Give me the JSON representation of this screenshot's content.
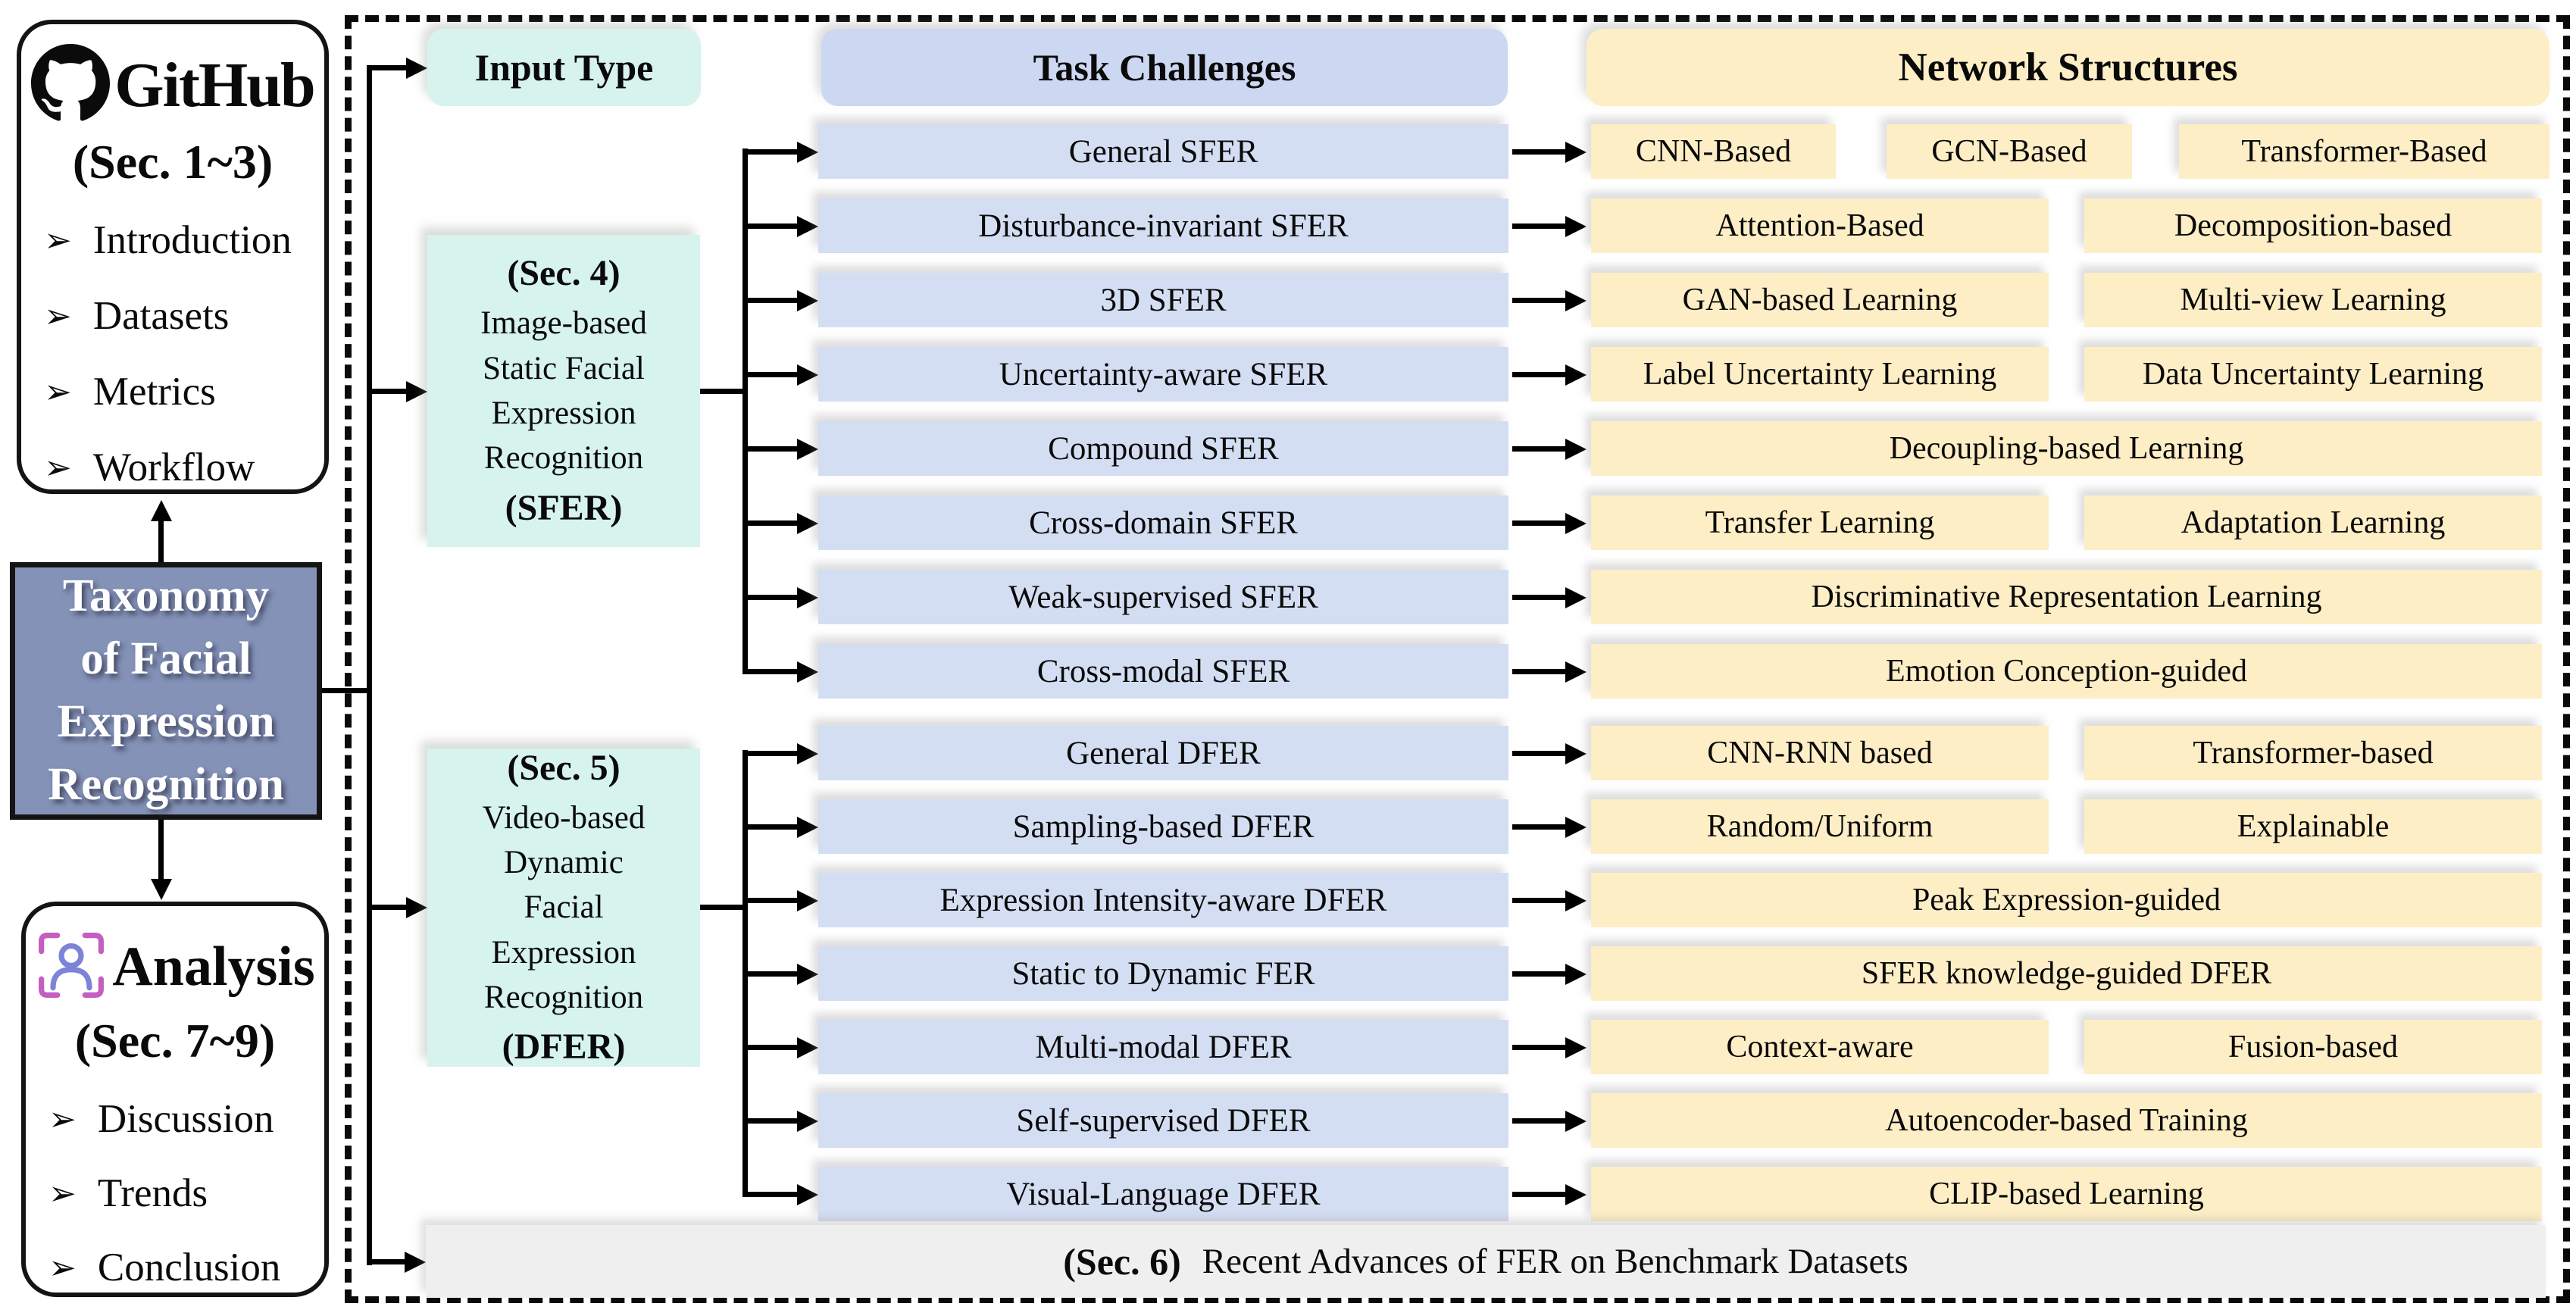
{
  "left_panel": {
    "github": {
      "icon": "github-octocat-icon",
      "title": "GitHub",
      "section": "(Sec. 1~3)",
      "bullet_glyph": "➢",
      "items": [
        "Introduction",
        "Datasets",
        "Metrics",
        "Workflow"
      ]
    },
    "taxonomy": {
      "lines": [
        "Taxonomy",
        "of Facial",
        "Expression",
        "Recognition"
      ]
    },
    "analysis": {
      "icon": "face-scan-icon",
      "title": "Analysis",
      "section": "(Sec. 7~9)",
      "bullet_glyph": "➢",
      "items": [
        "Discussion",
        "Trends",
        "Conclusion"
      ]
    }
  },
  "headers": {
    "input_type": "Input Type",
    "task_challenges": "Task Challenges",
    "network_structures": "Network Structures"
  },
  "sections": [
    {
      "id": "sfer",
      "section_label": "(Sec. 4)",
      "description_lines": [
        "Image-based",
        "Static Facial",
        "Expression",
        "Recognition"
      ],
      "abbr": "(SFER)",
      "rows": [
        {
          "task": "General SFER",
          "networks": [
            "CNN-Based",
            "GCN-Based",
            "Transformer-Based"
          ]
        },
        {
          "task": "Disturbance-invariant SFER",
          "networks": [
            "Attention-Based",
            "Decomposition-based"
          ]
        },
        {
          "task": "3D SFER",
          "networks": [
            "GAN-based Learning",
            "Multi-view Learning"
          ]
        },
        {
          "task": "Uncertainty-aware SFER",
          "networks": [
            "Label Uncertainty Learning",
            "Data Uncertainty Learning"
          ]
        },
        {
          "task": "Compound SFER",
          "networks": [
            "Decoupling-based Learning"
          ]
        },
        {
          "task": "Cross-domain SFER",
          "networks": [
            "Transfer Learning",
            "Adaptation Learning"
          ]
        },
        {
          "task": "Weak-supervised SFER",
          "networks": [
            "Discriminative Representation Learning"
          ]
        },
        {
          "task": "Cross-modal SFER",
          "networks": [
            "Emotion Conception-guided"
          ]
        }
      ]
    },
    {
      "id": "dfer",
      "section_label": "(Sec. 5)",
      "description_lines": [
        "Video-based",
        "Dynamic",
        "Facial",
        "Expression",
        "Recognition"
      ],
      "abbr": "(DFER)",
      "rows": [
        {
          "task": "General DFER",
          "networks": [
            "CNN-RNN based",
            "Transformer-based"
          ]
        },
        {
          "task": "Sampling-based DFER",
          "networks": [
            "Random/Uniform",
            "Explainable"
          ]
        },
        {
          "task": "Expression Intensity-aware DFER",
          "networks": [
            "Peak Expression-guided"
          ]
        },
        {
          "task": "Static to Dynamic FER",
          "networks": [
            "SFER knowledge-guided DFER"
          ]
        },
        {
          "task": "Multi-modal DFER",
          "networks": [
            "Context-aware",
            "Fusion-based"
          ]
        },
        {
          "task": "Self-supervised DFER",
          "networks": [
            "Autoencoder-based Training"
          ]
        },
        {
          "task": "Visual-Language DFER",
          "networks": [
            "CLIP-based Learning"
          ]
        }
      ]
    }
  ],
  "footer": {
    "section_label": "(Sec. 6)",
    "text": "Recent Advances of FER on Benchmark Datasets"
  },
  "colors": {
    "mint": "#d6f3ee",
    "task_blue": "#d4def3",
    "header_blue": "#ccd7f1",
    "net_yellow": "#fdeec6",
    "footer_gray": "#efefef",
    "taxonomy_bg": "#8492b8",
    "icon_magenta": "#c45ec0",
    "icon_person_blue": "#7d83d6",
    "line_black": "#000000"
  }
}
